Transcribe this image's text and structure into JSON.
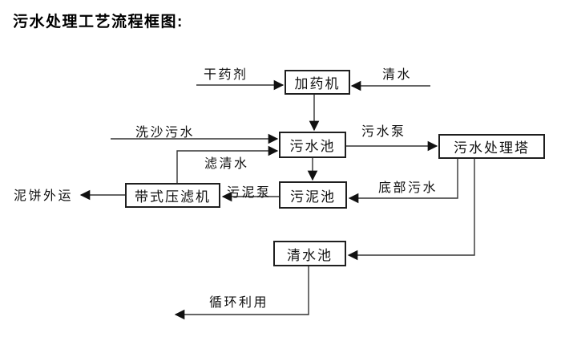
{
  "title": "污水处理工艺流程框图:",
  "diagram": {
    "type": "flowchart",
    "colors": {
      "background": "#ffffff",
      "line": "#333333",
      "box_border": "#1f1f1f",
      "text": "#111111"
    },
    "nodes": [
      {
        "id": "dosing-machine",
        "label": "加药机"
      },
      {
        "id": "sewage-pool",
        "label": "污水池"
      },
      {
        "id": "sewage-treatment-tower",
        "label": "污水处理塔"
      },
      {
        "id": "sludge-pool",
        "label": "污泥池"
      },
      {
        "id": "belt-filter-press",
        "label": "带式压滤机"
      },
      {
        "id": "clean-water-pool",
        "label": "清水池"
      }
    ],
    "flow_labels": [
      {
        "id": "dry-chemical",
        "text": "干药剂",
        "arrow": "into 加药机 from left"
      },
      {
        "id": "clean-water",
        "text": "清水",
        "arrow": "into 加药机 from right"
      },
      {
        "id": "sand-washing-sewage",
        "text": "洗沙污水",
        "arrow": "into 污水池 from left"
      },
      {
        "id": "sewage-pump",
        "text": "污水泵",
        "arrow": "污水池 to 污水处理塔"
      },
      {
        "id": "filtered-water",
        "text": "滤清水",
        "arrow": "带式压滤机 to 污水池"
      },
      {
        "id": "mud-cake-outbound",
        "text": "泥饼外运",
        "arrow": "out of 带式压滤机 to left"
      },
      {
        "id": "sludge-pump",
        "text": "污泥泵",
        "arrow": "污泥池 to 带式压滤机"
      },
      {
        "id": "bottom-sewage",
        "text": "底部污水",
        "arrow": "污水处理塔 to 污泥池"
      },
      {
        "id": "recycling-use",
        "text": "循环利用",
        "arrow": "out of 清水池 to left"
      }
    ]
  }
}
